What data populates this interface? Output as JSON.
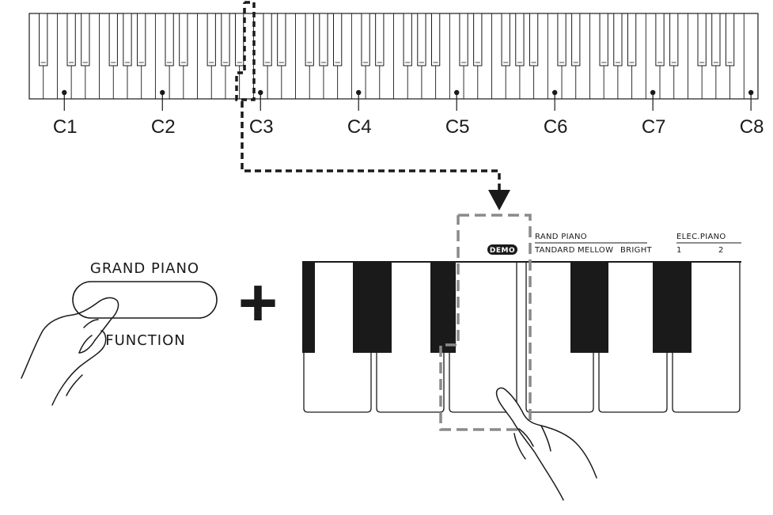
{
  "keyboard": {
    "note_labels": [
      "C1",
      "C2",
      "C3",
      "C4",
      "C5",
      "C6",
      "C7",
      "C8"
    ]
  },
  "panel": {
    "grand_piano_label": "GRAND PIANO",
    "function_label": "FUNCTION",
    "plus_symbol": "+"
  },
  "zoom_keyboard": {
    "demo_label": "DEMO",
    "group_grand_piano": "RAND PIANO",
    "group_elec_piano": "ELEC.PIANO",
    "tones": [
      "TANDARD",
      "MELLOW",
      "BRIGHT",
      "1",
      "2"
    ]
  },
  "colors": {
    "line": "#1a1a1a",
    "dashed_highlight": "#8a8a8a",
    "dashed_path": "#1a1a1a"
  }
}
